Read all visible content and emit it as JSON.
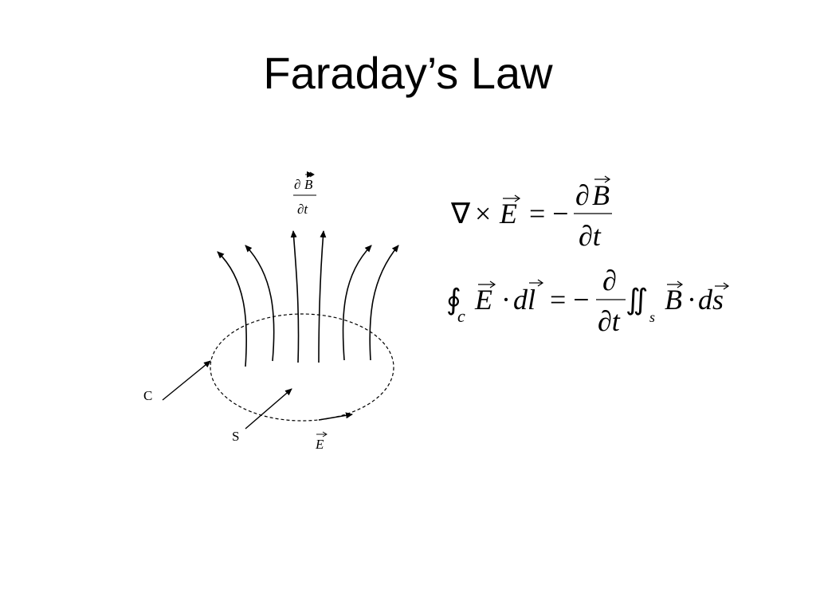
{
  "slide": {
    "title": "Faraday’s Law"
  },
  "diagram": {
    "flux_label": {
      "partial": "∂",
      "symbol": "B",
      "denominator": "∂t"
    },
    "curve_label": "C",
    "surface_label": "S",
    "field_label": "E"
  },
  "equations": {
    "differential": {
      "nabla": "∇",
      "times": "×",
      "field": "E",
      "equals": "= −",
      "partial": "∂",
      "magnetic": "B",
      "denominator": "∂t"
    },
    "integral": {
      "contour_integral": "∮",
      "contour_sub": "c",
      "field": "E",
      "dot1": "·",
      "dl": "dl",
      "equals": "= −",
      "partial_num": "∂",
      "partial_den": "∂t",
      "double_integral": "∬",
      "surface_sub": "s",
      "magnetic": "B",
      "dot2": "·",
      "ds": "ds"
    }
  },
  "colors": {
    "ink": "#000000",
    "background": "#ffffff"
  }
}
